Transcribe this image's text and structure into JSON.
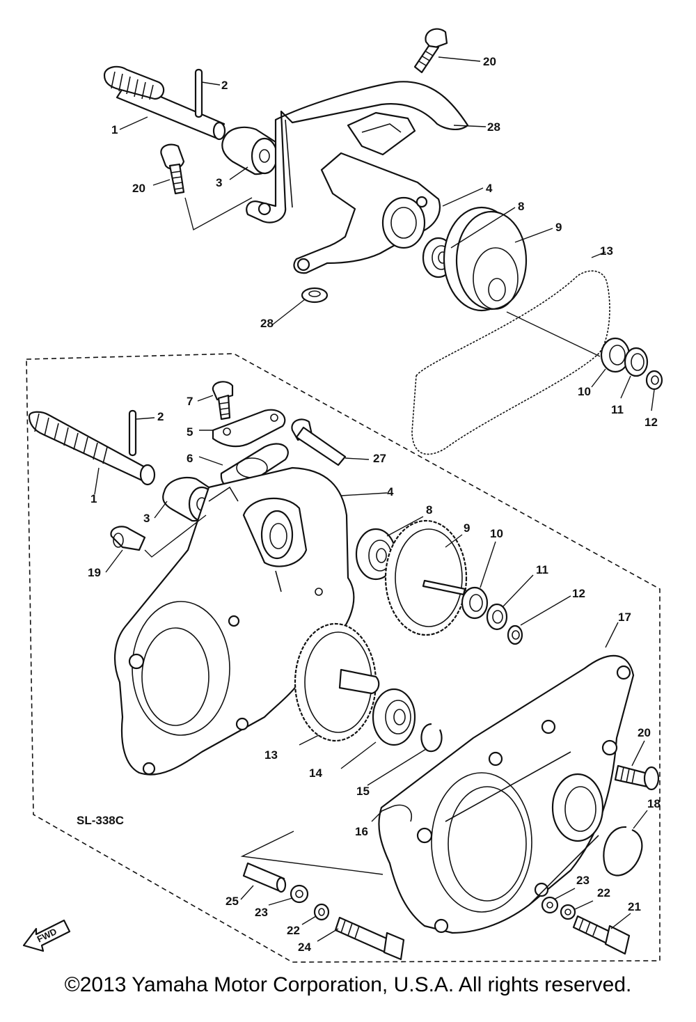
{
  "diagram": {
    "code": "SL-338C",
    "fwd_label": "FWD",
    "upper_labels": [
      "20",
      "2",
      "1",
      "28",
      "20",
      "3",
      "4",
      "8",
      "9",
      "13",
      "28",
      "10",
      "11",
      "12"
    ],
    "lower_labels": [
      "7",
      "2",
      "5",
      "6",
      "27",
      "1",
      "4",
      "3",
      "8",
      "9",
      "10",
      "11",
      "12",
      "19",
      "17",
      "13",
      "20",
      "14",
      "15",
      "18",
      "16",
      "23",
      "22",
      "25",
      "21",
      "23",
      "22",
      "24"
    ]
  },
  "footer": {
    "copyright": "©2013 Yamaha Motor Corporation, U.S.A. All rights reserved."
  }
}
